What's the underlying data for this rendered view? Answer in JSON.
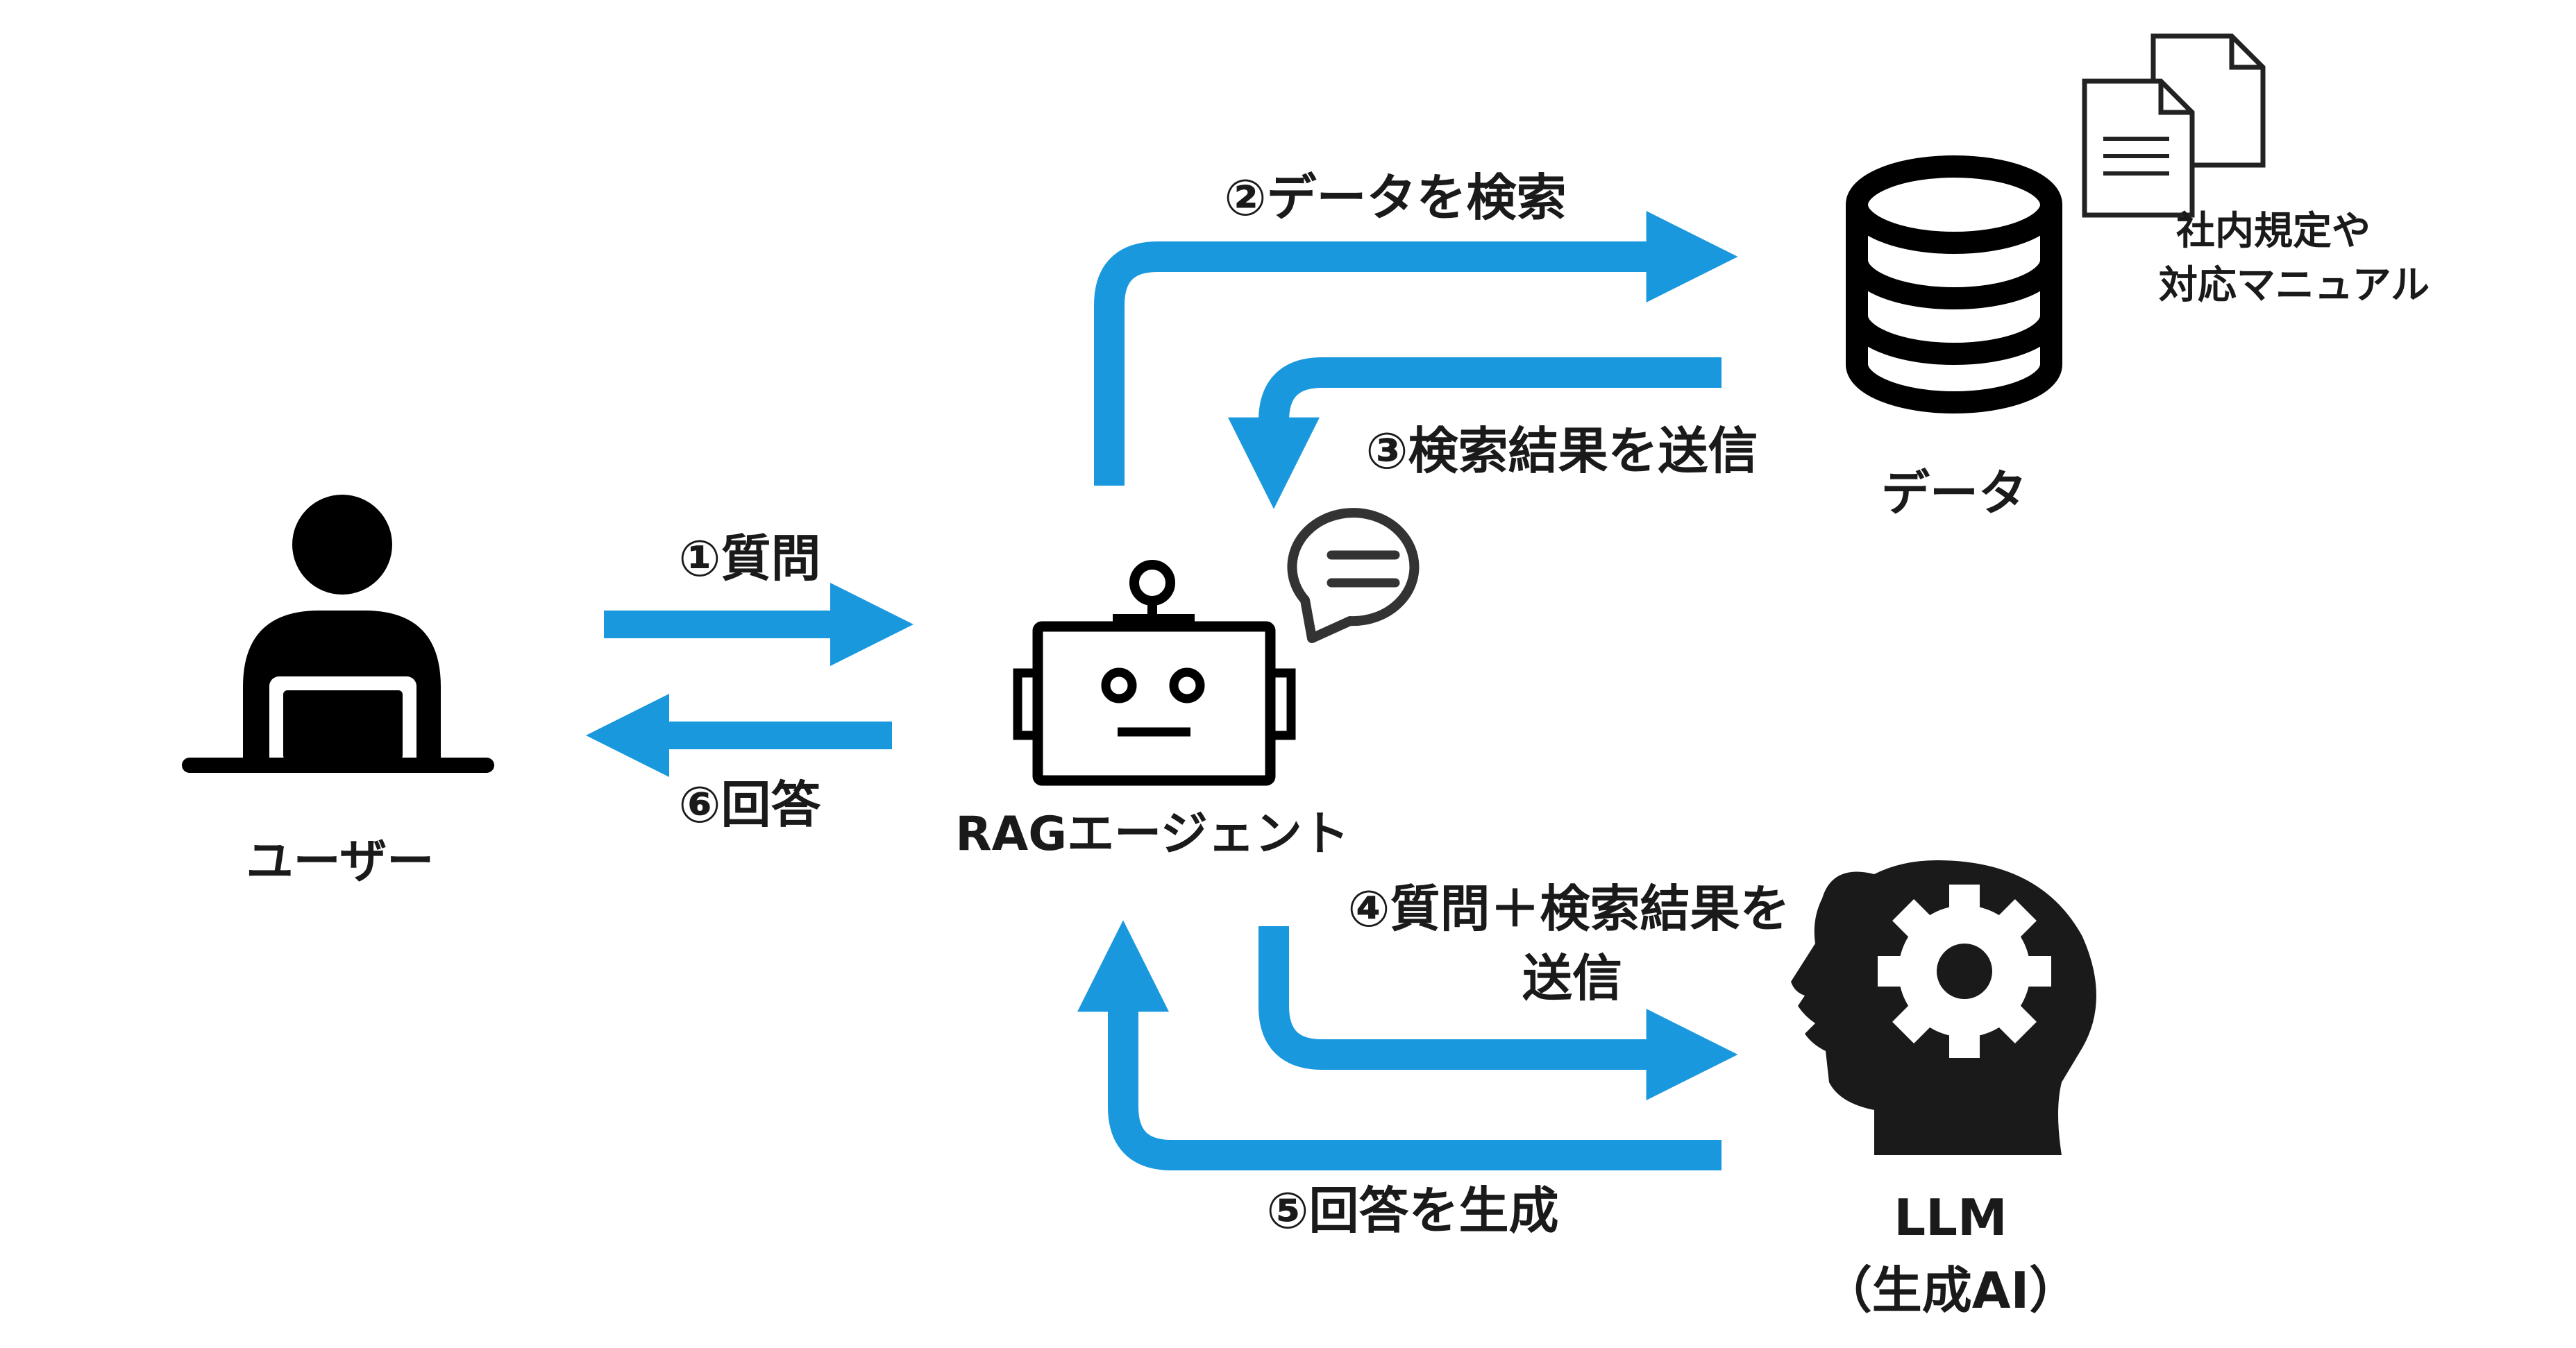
{
  "colors": {
    "arrow": "#1a98de",
    "ink": "#000000",
    "text": "#1a1a1a"
  },
  "nodes": {
    "user": {
      "label": "ユーザー",
      "icon": "user-laptop-icon"
    },
    "agent": {
      "label": "RAGエージェント",
      "icon": "robot-icon",
      "badge_icon": "speech-bubble-icon"
    },
    "data": {
      "label": "データ",
      "icon": "database-icon",
      "doc_icon": "documents-icon",
      "doc_caption_line1": "社内規定や",
      "doc_caption_line2": "対応マニュアル"
    },
    "llm": {
      "label_line1": "LLM",
      "label_line2": "（生成AI）",
      "icon": "head-gear-icon"
    }
  },
  "steps": {
    "s1": "①質問",
    "s2": "②データを検索",
    "s3": "③検索結果を送信",
    "s4_line1": "④質問＋検索結果を",
    "s4_line2": "送信",
    "s5": "⑤回答を生成",
    "s6": "⑥回答"
  }
}
